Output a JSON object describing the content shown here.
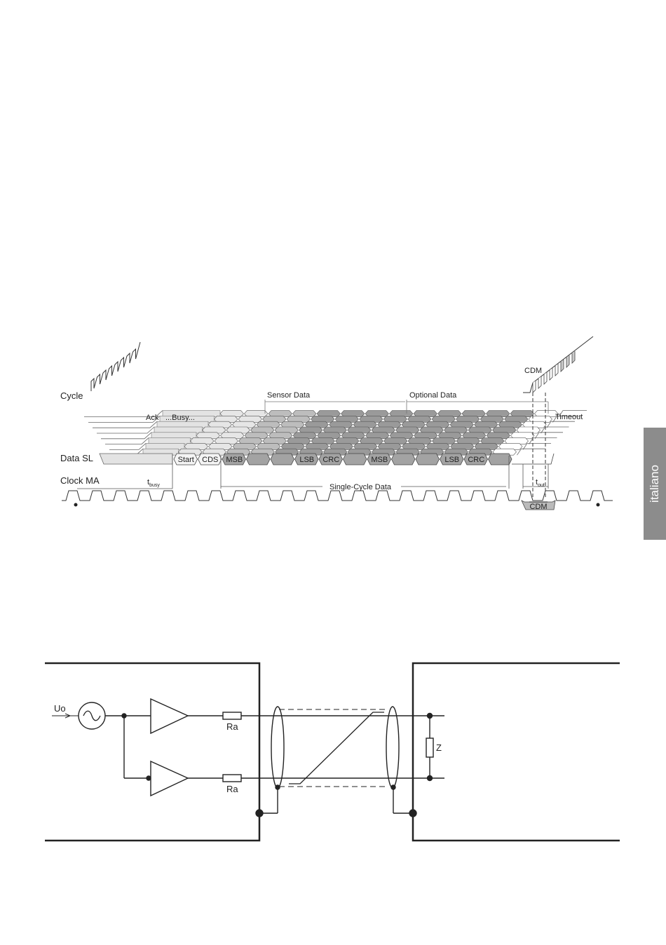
{
  "side_tab": {
    "label": "italiano"
  },
  "timing_diagram": {
    "labels": {
      "cycle": "Cycle",
      "data_sl": "Data SL",
      "clock_ma": "Clock MA",
      "sensor_data": "Sensor Data",
      "optional_data": "Optional Data",
      "cdm_top": "CDM",
      "timeout": "Timeout",
      "ack": "Ack",
      "busy": "...Busy...",
      "t_busy_main": "t",
      "t_busy_sub": "busy",
      "t_out_main": "t",
      "t_out_sub": "out",
      "single_cycle_data": "Single-Cycle Data",
      "cdm_bottom": "CDM"
    },
    "front_cells": [
      "Start",
      "CDS",
      "MSB",
      "",
      "",
      "LSB",
      "CRC",
      "",
      "MSB",
      "",
      "",
      "LSB",
      "CRC",
      ""
    ]
  },
  "circuit_diagram": {
    "labels": {
      "source": "Uo",
      "resistor_top": "Ra",
      "resistor_bottom": "Ra",
      "load": "Z"
    }
  }
}
